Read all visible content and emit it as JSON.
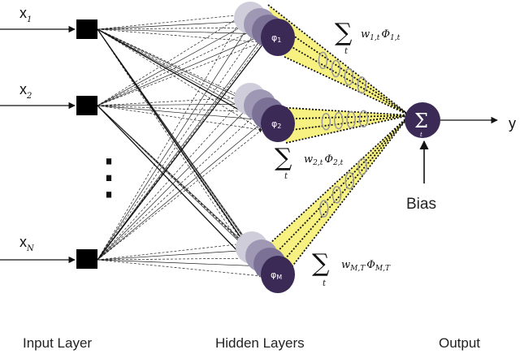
{
  "inputs": [
    {
      "base": "x",
      "sub": "1"
    },
    {
      "base": "x",
      "sub": "2"
    },
    {
      "base": "x",
      "sub": "N"
    }
  ],
  "hidden_nodes": [
    {
      "base": "φ",
      "sub": "1"
    },
    {
      "base": "φ",
      "sub": "2"
    },
    {
      "base": "φ",
      "sub": "M"
    }
  ],
  "weights": [
    {
      "w": "w",
      "wsub": "1,t",
      "phi": "Φ",
      "phisub": "1,t",
      "sumsub": "t"
    },
    {
      "w": "w",
      "wsub": "2,t",
      "phi": "Φ",
      "phisub": "2,t",
      "sumsub": "t"
    },
    {
      "w": "w",
      "wsub": "M,T",
      "phi": "Φ",
      "phisub": "M,T",
      "sumsub": "t"
    }
  ],
  "output": {
    "symbol": "Σ",
    "sub": "t",
    "label": "y"
  },
  "bias_label": "Bias",
  "ellipsis": "⋮",
  "layers": {
    "input": "Input Layer",
    "hidden": "Hidden Layers",
    "output": "Output"
  },
  "colors": {
    "node_dark": "#3a2a55",
    "node_mid": "#8c84a4",
    "node_light": "#c9c6d3",
    "cone": "#f4ef6a",
    "input_square": "#000000"
  }
}
